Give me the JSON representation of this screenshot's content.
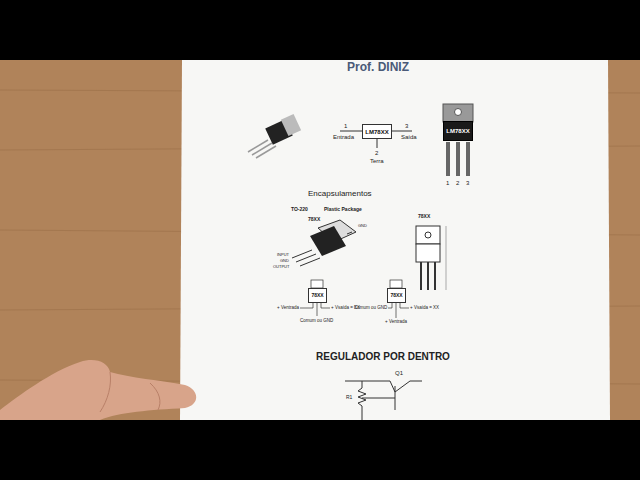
{
  "diagram": {
    "title": "Prof. DINIZ",
    "nodes": [
      {
        "text": [
          "LM78XX"
        ]
      },
      {
        "text": [
          "LM78XX"
        ]
      },
      {
        "text": [
          "78XX"
        ]
      },
      {
        "text": [
          "78XX"
        ]
      }
    ],
    "labels": [
      "1",
      "Entrada",
      "3",
      "Saída",
      "2",
      "Terra",
      "1",
      "2",
      "3",
      "Encapsulamentos",
      "TO-220",
      "Plastic Package",
      "78XX",
      "INPUT",
      "GND",
      "OUTPUT",
      "GND",
      "78XX",
      "+ Ventrada",
      "+ Vsaída = XX",
      "Comum ou GND",
      "Comum ou GND",
      "+ Vsaída = XX",
      "+ Ventrada",
      "REGULADOR POR DENTRO",
      "Q1",
      "R1"
    ]
  }
}
